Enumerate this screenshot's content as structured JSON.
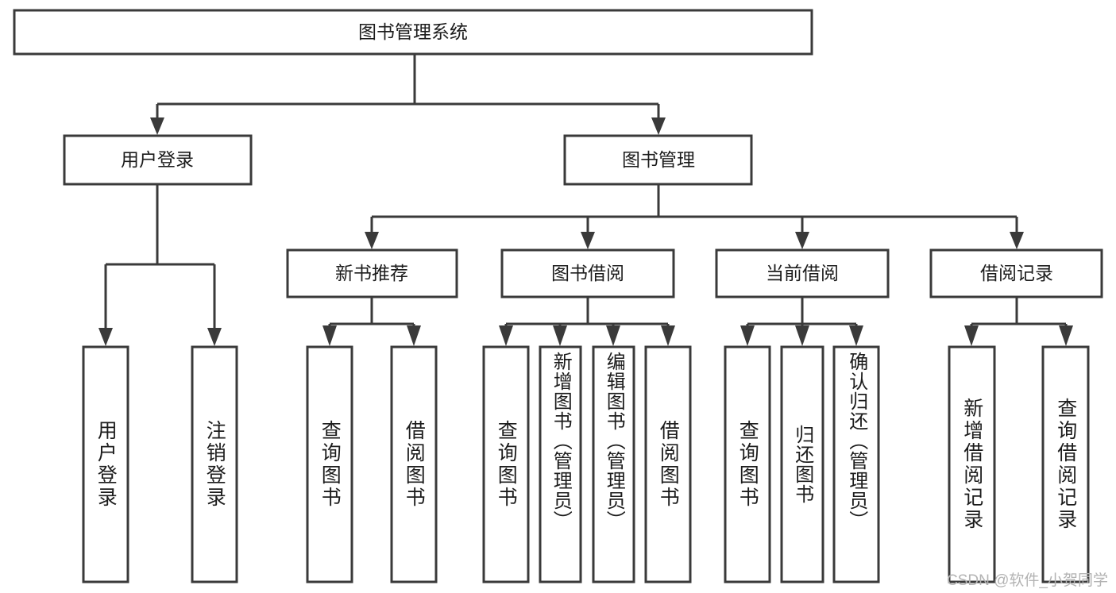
{
  "diagram": {
    "type": "tree-hierarchy",
    "title": "图书管理系统",
    "watermark": "CSDN @软件_小贺同学",
    "colors": {
      "box_stroke": "#3a3a3a",
      "box_fill": "#ffffff",
      "text": "#1c1c1c",
      "edge": "#3a3a3a",
      "watermark": "#b3b3b3",
      "background": "#ffffff"
    },
    "root": {
      "label": "图书管理系统"
    },
    "level2": [
      {
        "label": "用户登录"
      },
      {
        "label": "图书管理"
      }
    ],
    "level3": [
      {
        "label": "新书推荐"
      },
      {
        "label": "图书借阅"
      },
      {
        "label": "当前借阅"
      },
      {
        "label": "借阅记录"
      }
    ],
    "leaves": {
      "user_login": [
        {
          "label": "用户登录"
        },
        {
          "label": "注销登录"
        }
      ],
      "new_book_recommend": [
        {
          "label": "查询图书"
        },
        {
          "label": "借阅图书"
        }
      ],
      "book_borrow": [
        {
          "label": "查询图书"
        },
        {
          "label": "新增图书（管理员）"
        },
        {
          "label": "编辑图书（管理员）"
        },
        {
          "label": "借阅图书"
        }
      ],
      "current_borrow": [
        {
          "label": "查询图书"
        },
        {
          "label": "归还图书"
        },
        {
          "label": "确认归还（管理员）"
        }
      ],
      "borrow_record": [
        {
          "label": "新增借阅记录"
        },
        {
          "label": "查询借阅记录"
        }
      ]
    }
  }
}
